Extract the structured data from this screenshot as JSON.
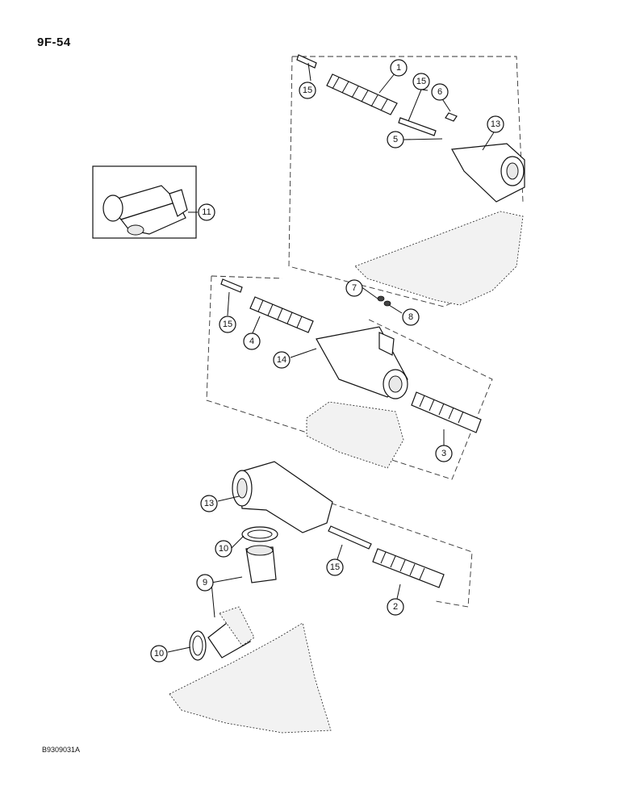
{
  "page_number": "9F-54",
  "figure_code": "B9309031A",
  "callouts": [
    {
      "label": "1"
    },
    {
      "label": "15"
    },
    {
      "label": "15"
    },
    {
      "label": "6"
    },
    {
      "label": "13"
    },
    {
      "label": "5"
    },
    {
      "label": "11"
    },
    {
      "label": "7"
    },
    {
      "label": "8"
    },
    {
      "label": "15"
    },
    {
      "label": "4"
    },
    {
      "label": "14"
    },
    {
      "label": "3"
    },
    {
      "label": "13"
    },
    {
      "label": "10"
    },
    {
      "label": "15"
    },
    {
      "label": "9"
    },
    {
      "label": "2"
    },
    {
      "label": "10"
    }
  ]
}
